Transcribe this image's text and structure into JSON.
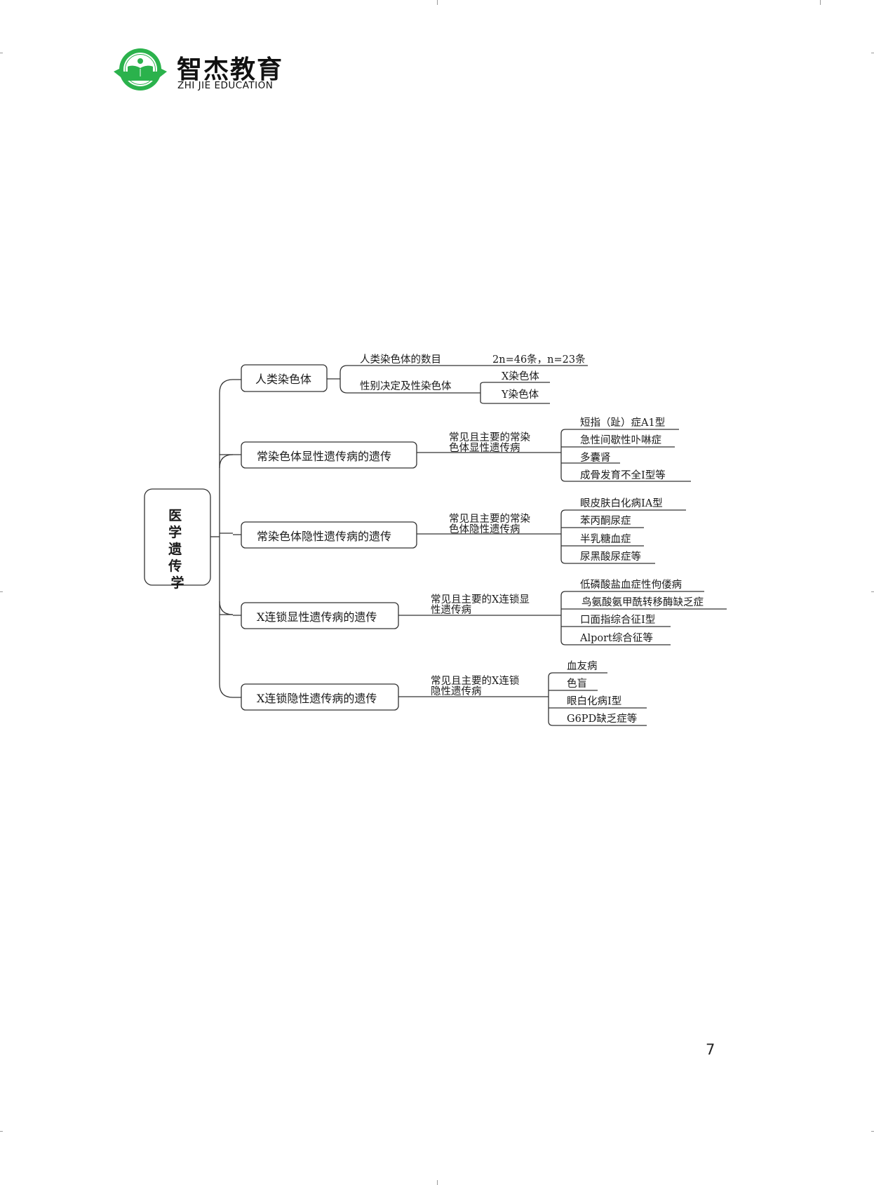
{
  "header": {
    "brand_cn": "智杰教育",
    "brand_en": "ZHI JIE EDUCATION",
    "brand_color": "#2bb24c"
  },
  "mindmap": {
    "root": "医学遗传学",
    "branches": [
      {
        "label": "人类染色体",
        "groups": [
          {
            "label": "人类染色体的数目",
            "items": [
              "2n=46条，n=23条"
            ]
          },
          {
            "label": "性别决定及性染色体",
            "items": [
              "X染色体",
              "Y染色体"
            ]
          }
        ]
      },
      {
        "label": "常染色体显性遗传病的遗传",
        "connector": [
          "常见且主要的常染",
          "色体显性遗传病"
        ],
        "items": [
          "短指（趾）症A1型",
          "急性间歇性卟啉症",
          "多囊肾",
          "成骨发育不全Ⅰ型等"
        ]
      },
      {
        "label": "常染色体隐性遗传病的遗传",
        "connector": [
          "常见且主要的常染",
          "色体隐性遗传病"
        ],
        "items": [
          "眼皮肤白化病ⅠA型",
          "苯丙酮尿症",
          "半乳糖血症",
          "尿黑酸尿症等"
        ]
      },
      {
        "label": "X连锁显性遗传病的遗传",
        "connector": [
          "常见且主要的X连锁显",
          "性遗传病"
        ],
        "items": [
          "低磷酸盐血症性佝偻病",
          "鸟氨酸氨甲酰转移酶缺乏症",
          "口面指综合征Ⅰ型",
          "Alport综合征等"
        ]
      },
      {
        "label": "X连锁隐性遗传病的遗传",
        "connector": [
          "常见且主要的X连锁",
          "隐性遗传病"
        ],
        "items": [
          "血友病",
          "色盲",
          "眼白化病Ⅰ型",
          "G6PD缺乏症等"
        ]
      }
    ]
  },
  "footer": {
    "page_number": "7"
  }
}
